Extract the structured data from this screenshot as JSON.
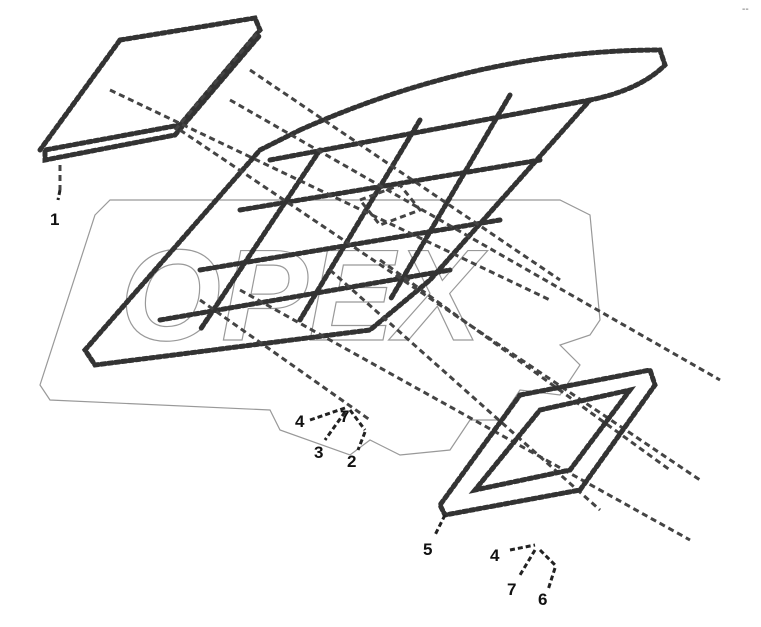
{
  "watermark": {
    "text": "OPEX",
    "color": "#999999"
  },
  "corner_mark": "--",
  "callouts": [
    {
      "id": "c1",
      "label": "1"
    },
    {
      "id": "c4a",
      "label": "4"
    },
    {
      "id": "c7a",
      "label": "7"
    },
    {
      "id": "c3",
      "label": "3"
    },
    {
      "id": "c2",
      "label": "2"
    },
    {
      "id": "c5",
      "label": "5"
    },
    {
      "id": "c4b",
      "label": "4"
    },
    {
      "id": "c7b",
      "label": "7"
    },
    {
      "id": "c6",
      "label": "6"
    }
  ]
}
